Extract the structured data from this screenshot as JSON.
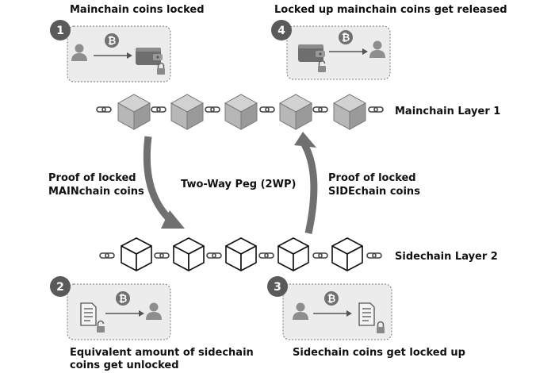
{
  "steps": {
    "step1": {
      "number": "1",
      "caption": "Mainchain coins locked"
    },
    "step2": {
      "number": "2",
      "caption_line1": "Equivalent amount of sidechain",
      "caption_line2": "coins get unlocked"
    },
    "step3": {
      "number": "3",
      "caption": "Sidechain coins get locked up"
    },
    "step4": {
      "number": "4",
      "caption": "Locked up mainchain coins get released"
    }
  },
  "layers": {
    "mainchain": "Mainchain Layer 1",
    "sidechain": "Sidechain Layer 2"
  },
  "peg": {
    "title": "Two-Way Peg (2WP)",
    "left_line1": "Proof of locked",
    "left_line2": "MAINchain coins",
    "right_line1": "Proof of locked",
    "right_line2": "SIDEchain coins"
  },
  "colors": {
    "badge": "#5a5a5a",
    "box_fill": "#ececec",
    "cube_gray": "#a6a6a6",
    "arrow": "#707070"
  },
  "icons": [
    "person-icon",
    "wallet-icon",
    "padlock-icon",
    "bitcoin-icon",
    "document-icon",
    "cube-icon",
    "chain-link-icon",
    "curved-arrow-icon"
  ]
}
